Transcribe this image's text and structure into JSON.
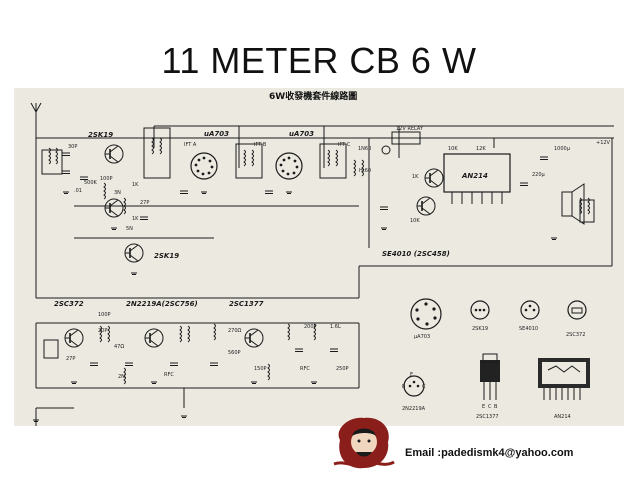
{
  "slide": {
    "title": "11 METER CB 6 W",
    "email": "Email :padedismk4@yahoo.com"
  },
  "schematic": {
    "header": "6W收發機套件線路圖",
    "transistor_labels": [
      "2SK19",
      "2SK19",
      "uA703",
      "uA703",
      "12V RELAY",
      "AN214",
      "SE4010 (2SC458)",
      "2SC372",
      "2N2219A(2SC756)",
      "2SC1377"
    ],
    "component_labels": [
      "30P",
      "100P",
      "500K",
      ".01",
      "3N",
      "1K",
      "27P",
      "5N",
      "1K",
      "IFT A",
      "IFT B",
      "IFT C",
      "1N60",
      "Ht60",
      "1K",
      "10K",
      "12K",
      "1000μ",
      "+12V",
      "220μ",
      "10K",
      "100P",
      "20P",
      "27P",
      "47Ω",
      "2N",
      "RFC",
      "270Ω",
      "560P",
      "150P",
      "RFC",
      "250P",
      "200P",
      "1.6L",
      "5N"
    ],
    "pinout_labels": [
      "μA703",
      "2SK19",
      "SE4010",
      "2SC372",
      "2N2219A",
      "2SC1377",
      "AN214"
    ],
    "pin_letters": [
      "E",
      "C",
      "B",
      "E",
      "C",
      "B"
    ]
  },
  "colors": {
    "paper": "#ece9e1",
    "ink": "#1a1a1a",
    "title": "#111111"
  }
}
